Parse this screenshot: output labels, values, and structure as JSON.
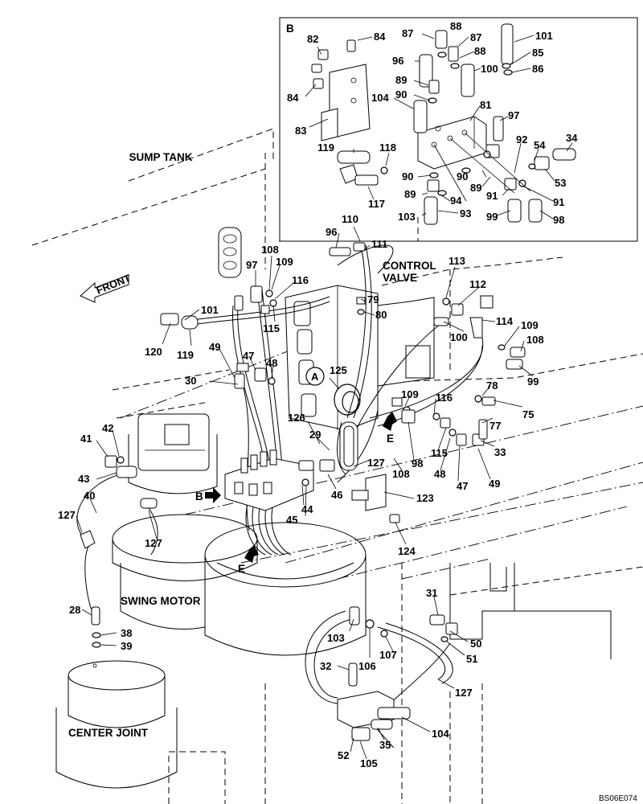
{
  "labels": {
    "sump_tank": "SUMP TANK",
    "control_valve_1": "CONTROL",
    "control_valve_2": "VALVE",
    "swing_motor": "SWING MOTOR",
    "center_joint": "CENTER JOINT",
    "front": "FRONT",
    "detail_b": "B",
    "marker_a": "A",
    "marker_b": "B",
    "marker_e_upper": "E",
    "marker_e_lower": "E",
    "drawing_code": "BS06E074"
  },
  "inset_numbers": [
    "82",
    "84",
    "84",
    "83",
    "87",
    "88",
    "87",
    "96",
    "88",
    "89",
    "90",
    "104",
    "100",
    "101",
    "85",
    "86",
    "81",
    "97",
    "119",
    "118",
    "117",
    "90",
    "89",
    "94",
    "103",
    "93",
    "92",
    "90",
    "89",
    "91",
    "54",
    "34",
    "53",
    "91",
    "99",
    "98"
  ],
  "main_numbers": [
    "110",
    "96",
    "111",
    "108",
    "97",
    "109",
    "116",
    "115",
    "101",
    "120",
    "119",
    "79",
    "80",
    "113",
    "112",
    "114",
    "100",
    "109",
    "108",
    "99",
    "49",
    "47",
    "48",
    "30",
    "125",
    "109",
    "116",
    "78",
    "75",
    "77",
    "126",
    "29",
    "127",
    "98",
    "108",
    "115",
    "48",
    "47",
    "33",
    "49",
    "42",
    "41",
    "43",
    "40",
    "127",
    "127",
    "46",
    "44",
    "45",
    "123",
    "124",
    "28",
    "38",
    "39",
    "31",
    "50",
    "51",
    "103",
    "106",
    "107",
    "32",
    "127",
    "104",
    "35",
    "52",
    "105"
  ]
}
